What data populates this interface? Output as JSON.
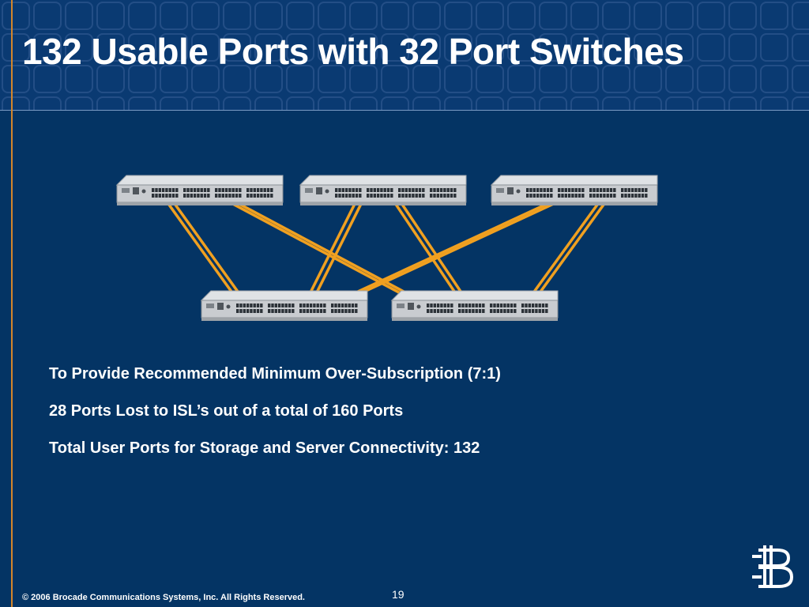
{
  "slide": {
    "title": "132 Usable Ports with 32 Port Switches",
    "bullets": [
      "To Provide Recommended Minimum Over-Subscription (7:1)",
      "28 Ports Lost to ISL’s out of a total of 160 Ports",
      "Total User Ports for Storage and Server Connectivity: 132"
    ],
    "footer": "© 2006 Brocade Communications Systems, Inc. All Rights Reserved.",
    "page_number": "19"
  },
  "colors": {
    "background": "#043464",
    "header": "#0a3a72",
    "accent_rule": "#d4862a",
    "isl_link": "#f0a020"
  },
  "diagram": {
    "edge_switches": [
      "edge-switch-1",
      "edge-switch-2",
      "edge-switch-3"
    ],
    "core_switches": [
      "core-switch-1",
      "core-switch-2"
    ],
    "links": [
      {
        "from": "edge-switch-1",
        "to": "core-switch-1"
      },
      {
        "from": "edge-switch-1",
        "to": "core-switch-2"
      },
      {
        "from": "edge-switch-2",
        "to": "core-switch-1"
      },
      {
        "from": "edge-switch-2",
        "to": "core-switch-2"
      },
      {
        "from": "edge-switch-3",
        "to": "core-switch-1"
      },
      {
        "from": "edge-switch-3",
        "to": "core-switch-2"
      }
    ]
  },
  "logo": {
    "icon": "brocade-logo-icon"
  }
}
